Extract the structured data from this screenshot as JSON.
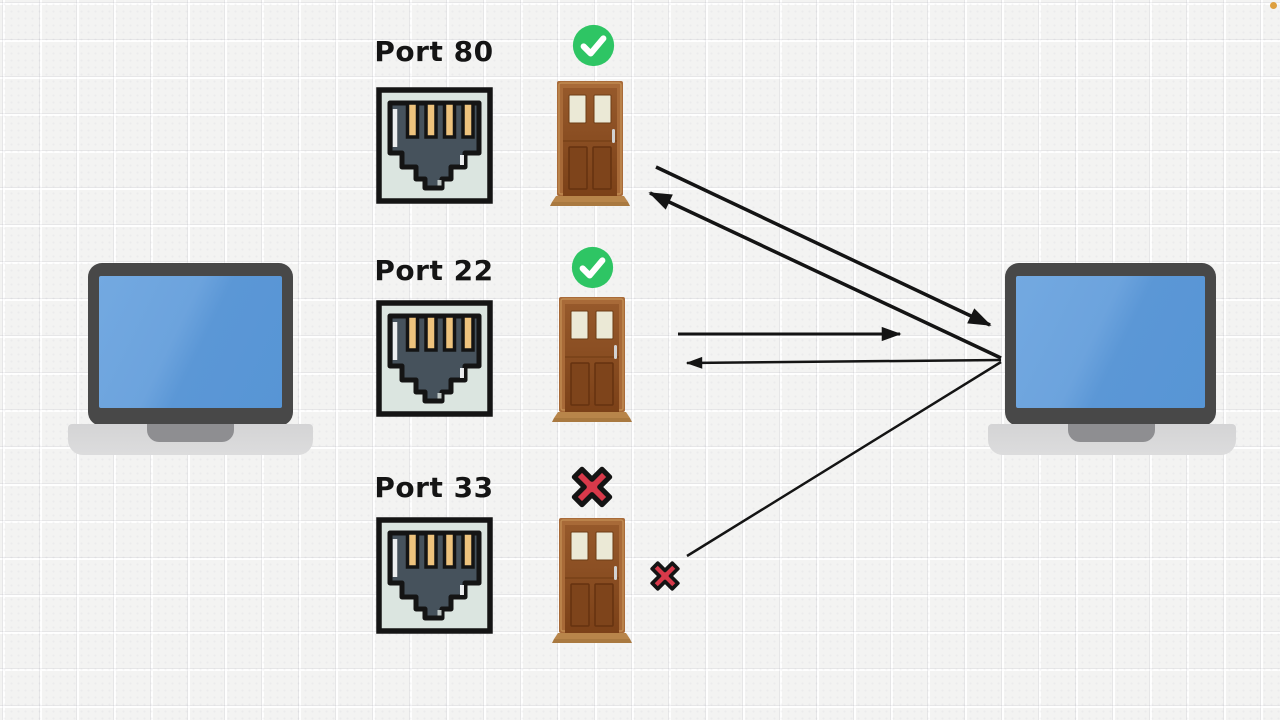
{
  "diagram": {
    "kind": "network-ports-as-doors illustration",
    "ports": [
      {
        "label": "Port 80",
        "status": "open",
        "status_icon": "check-circle-icon",
        "port_icon": "ethernet-jack-icon",
        "door_icon": "door-icon"
      },
      {
        "label": "Port 22",
        "status": "open",
        "status_icon": "check-circle-icon",
        "port_icon": "ethernet-jack-icon",
        "door_icon": "door-icon"
      },
      {
        "label": "Port 33",
        "status": "blocked",
        "status_icon": "cross-mark-icon",
        "port_icon": "ethernet-jack-icon",
        "door_icon": "door-icon"
      }
    ],
    "devices": {
      "left_device_icon": "laptop-icon",
      "right_device_icon": "laptop-icon"
    },
    "connections": [
      {
        "from": "port-80-door",
        "to": "right-laptop",
        "direction": "outbound",
        "result": "delivered"
      },
      {
        "from": "right-laptop",
        "to": "port-80-door",
        "direction": "inbound",
        "result": "delivered"
      },
      {
        "from": "port-22-door",
        "to": "right-laptop",
        "direction": "outbound",
        "result": "delivered"
      },
      {
        "from": "right-laptop",
        "to": "port-22-door",
        "direction": "inbound",
        "result": "delivered"
      },
      {
        "from": "right-laptop",
        "to": "port-33-door",
        "direction": "inbound",
        "result": "blocked",
        "blocked_marker": "cross-mark-icon"
      }
    ],
    "colors": {
      "success_green": "#2ec564",
      "blocked_red": "#d8394a",
      "door_slab_brown": "#91542a",
      "door_frame_brown": "#a86a38",
      "jack_panel_green": "#dbe5e0",
      "jack_dark_slate": "#46525c",
      "pin_gold": "#eec37d",
      "laptop_frame_gray": "#484848",
      "laptop_screen_blue": "#5d9bd8",
      "laptop_base_gray": "#d4d4d5",
      "arrow_black": "#141414",
      "corner_dot_orange": "#dd9f3f"
    }
  }
}
